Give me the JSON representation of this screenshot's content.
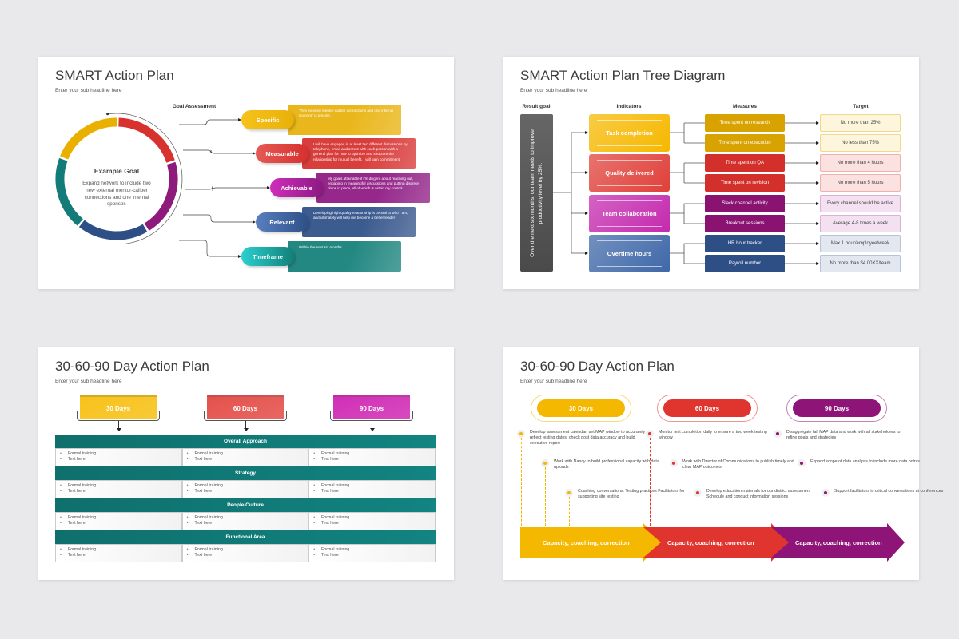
{
  "slides": {
    "smart": {
      "title": "SMART Action Plan",
      "subtitle": "Enter your sub headline here",
      "section_label": "Goal Assessment",
      "goal_title": "Example Goal",
      "goal_text": "Expand network to include two new external mentor-caliber connections and one internal sponsor.",
      "ring_colors": [
        "#e9b000",
        "#d8322f",
        "#8e1a7c",
        "#2e4f86",
        "#137c78"
      ],
      "items": [
        {
          "label": "Specific",
          "text": "\"Two external mentor-caliber connections and one internal sponsor\" is precise.",
          "color": "#e8b10a",
          "pill": "#f6c21a"
        },
        {
          "label": "Measurable",
          "text": "I will have engaged in at least two different discussions by telephone, email and/or text with each person with a general plan for how to optimize and structure the relationship for mutual benefit. I will gain commitment.",
          "color": "#d6302e",
          "pill": "#e55a55"
        },
        {
          "label": "Achievable",
          "text": "My goals attainable if I'm diligent about reaching out, engaging in meaningful discussions and putting discrete plans in place, all of which is within my control",
          "color": "#8d1882",
          "pill": "#cf2ebb"
        },
        {
          "label": "Relevant",
          "text": "Developing high quality relationship is central to who I am, and ultimately will help me become a better leader",
          "color": "#2e5088",
          "pill": "#5a7fbf"
        },
        {
          "label": "Timeframe",
          "text": "Within the next six months",
          "color": "#137f79",
          "pill": "#2bd0cf"
        }
      ]
    },
    "tree": {
      "title": "SMART Action Plan Tree Diagram",
      "subtitle": "Enter your sub headline here",
      "headers": {
        "result": "Result goal",
        "indicators": "Indicators",
        "measures": "Measures",
        "target": "Target"
      },
      "result_text": "Over the next six months, our team needs to improve productivity level by 25%.",
      "indicators": [
        {
          "label": "Task completion",
          "color": "#f6b800",
          "measures": [
            {
              "label": "Time spent on research",
              "target": "No more than 25%"
            },
            {
              "label": "Time spent on execution",
              "target": "No less than 75%"
            }
          ],
          "measure_color": "#d8a300",
          "target_bg": "#fdf6dc",
          "target_border": "#f0d98a"
        },
        {
          "label": "Quality delivered",
          "color": "#e0403a",
          "measures": [
            {
              "label": "Time spent on QA",
              "target": "No more than 4 hours"
            },
            {
              "label": "Time spent on revision",
              "target": "No more than 5 hours"
            }
          ],
          "measure_color": "#d3302c",
          "target_bg": "#fbe2e0",
          "target_border": "#eeb1ad"
        },
        {
          "label": "Team collaboration",
          "color": "#c42aae",
          "measures": [
            {
              "label": "Slack channel activity",
              "target": "Every channel should be active"
            },
            {
              "label": "Breakout sessions",
              "target": "Average 4-8 times a week"
            }
          ],
          "measure_color": "#8a1372",
          "target_bg": "#f3e0f0",
          "target_border": "#ddb1d6"
        },
        {
          "label": "Overtime hours",
          "color": "#3f68a8",
          "measures": [
            {
              "label": "HR hour tracker",
              "target": "Max 1 hour/employee/week"
            },
            {
              "label": "Payroll number",
              "target": "No more than $4.00XX/team"
            }
          ],
          "measure_color": "#2e4e86",
          "target_bg": "#e3e8f0",
          "target_border": "#b6c3d8"
        }
      ]
    },
    "table": {
      "title": "30-60-90 Day Action Plan",
      "subtitle": "Enter your sub headline here",
      "days": [
        {
          "label": "30 Days",
          "color": "#f7c21a"
        },
        {
          "label": "60 Days",
          "color": "#e4514c"
        },
        {
          "label": "90 Days",
          "color": "#d12fb6"
        }
      ],
      "sections": [
        {
          "label": "Overall Approach",
          "cells": [
            [
              "Formal training",
              "Text here"
            ],
            [
              "Formal training",
              "Text here"
            ],
            [
              "Formal training",
              "Text here"
            ]
          ]
        },
        {
          "label": "Strategy",
          "cells": [
            [
              "Formal training.",
              "Text here"
            ],
            [
              "Formal training.",
              "Text here"
            ],
            [
              "Formal training.",
              "Text here"
            ]
          ]
        },
        {
          "label": "People/Culture",
          "cells": [
            [
              "Formal training.",
              "Text here"
            ],
            [
              "Formal training.",
              "Text here"
            ],
            [
              "Formal training.",
              "Text here"
            ]
          ]
        },
        {
          "label": "Functional Area",
          "cells": [
            [
              "Formal training.",
              "Text here"
            ],
            [
              "Formal training.",
              "Text here"
            ],
            [
              "Formal training.",
              "Text here"
            ]
          ]
        }
      ]
    },
    "timeline": {
      "title": "30-60-90 Day Action Plan",
      "subtitle": "Enter your sub headline here",
      "phases": [
        {
          "label": "30 Days",
          "color": "#f5b800",
          "arrow": "Capacity, coaching, correction",
          "items": [
            "Develop assessment calendar, set MAP window to accurately reflect testing dates, check post data accuracy and build executive report",
            "Work with Nancy to build professional capacity with data uploads",
            "Coaching conversations: Testing practices Facilitators for supporting site testing"
          ]
        },
        {
          "label": "60 Days",
          "color": "#e0352f",
          "arrow": "Capacity, coaching, correction",
          "items": [
            "Monitor test completion daily to ensure a two week testing window",
            "Work with Director of Communications to publish timely and clear MAP outcomes",
            "Develop education materials for our district assessment Schedule and conduct information sessions"
          ]
        },
        {
          "label": "90 Days",
          "color": "#8e1478",
          "arrow": "Capacity, coaching, correction",
          "items": [
            "Disaggregate fall MAP data and work with all stakeholders to refine goals and strategies",
            "Expand scope of data analysis to include more data points",
            "Support facilitators in critical conversations at conferences"
          ]
        }
      ]
    }
  }
}
